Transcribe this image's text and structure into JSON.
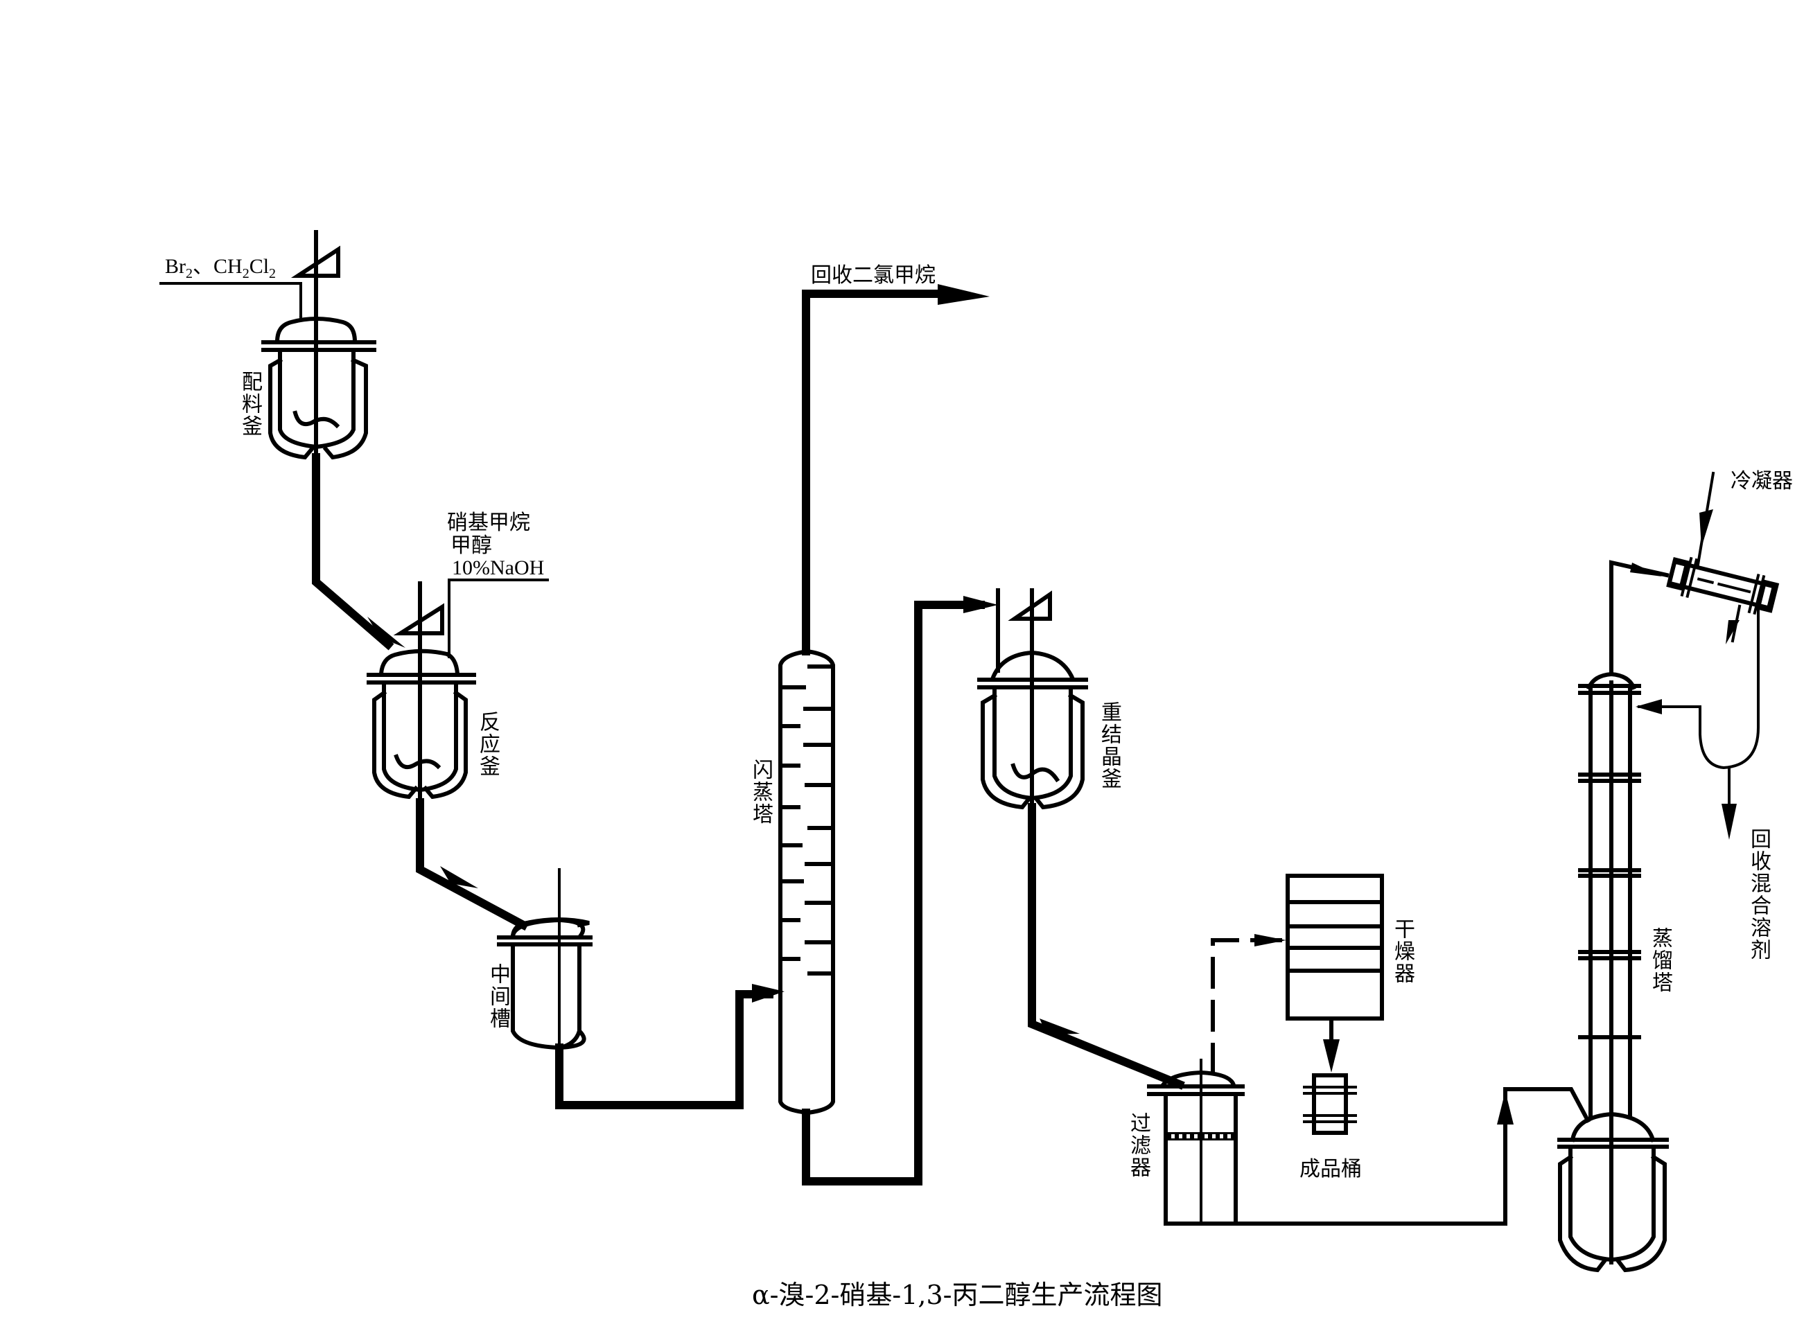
{
  "title": "α-溴-2-硝基-1,3-丙二醇生产流程图",
  "colors": {
    "line": "#000000",
    "background": "#ffffff"
  },
  "feeds": {
    "batching_feed": {
      "parts": [
        "Br",
        "2",
        "、CH",
        "2",
        "Cl",
        "2"
      ]
    },
    "reaction_feed": [
      "硝基甲烷",
      "甲醇",
      "10%NaOH"
    ],
    "flash_overhead": "回收二氯甲烷",
    "condenser_label": "冷凝器",
    "recovered_solvent": "回收混合溶剂"
  },
  "equipment": {
    "batching_kettle": "配料釜",
    "reaction_kettle": "反应釜",
    "intermediate_tank": "中间槽",
    "flash_tower": "闪蒸塔",
    "recrystallization_kettle": "重结晶釜",
    "filter": "过滤器",
    "dryer": "干燥器",
    "product_drum": "成品桶",
    "distillation_tower": "蒸馏塔"
  },
  "icons": {
    "reactor_vessel": "jacketed-reactor-icon",
    "agitator": "agitator-icon",
    "motor": "motor-triangle-icon",
    "flow_arrow": "arrow-icon"
  }
}
